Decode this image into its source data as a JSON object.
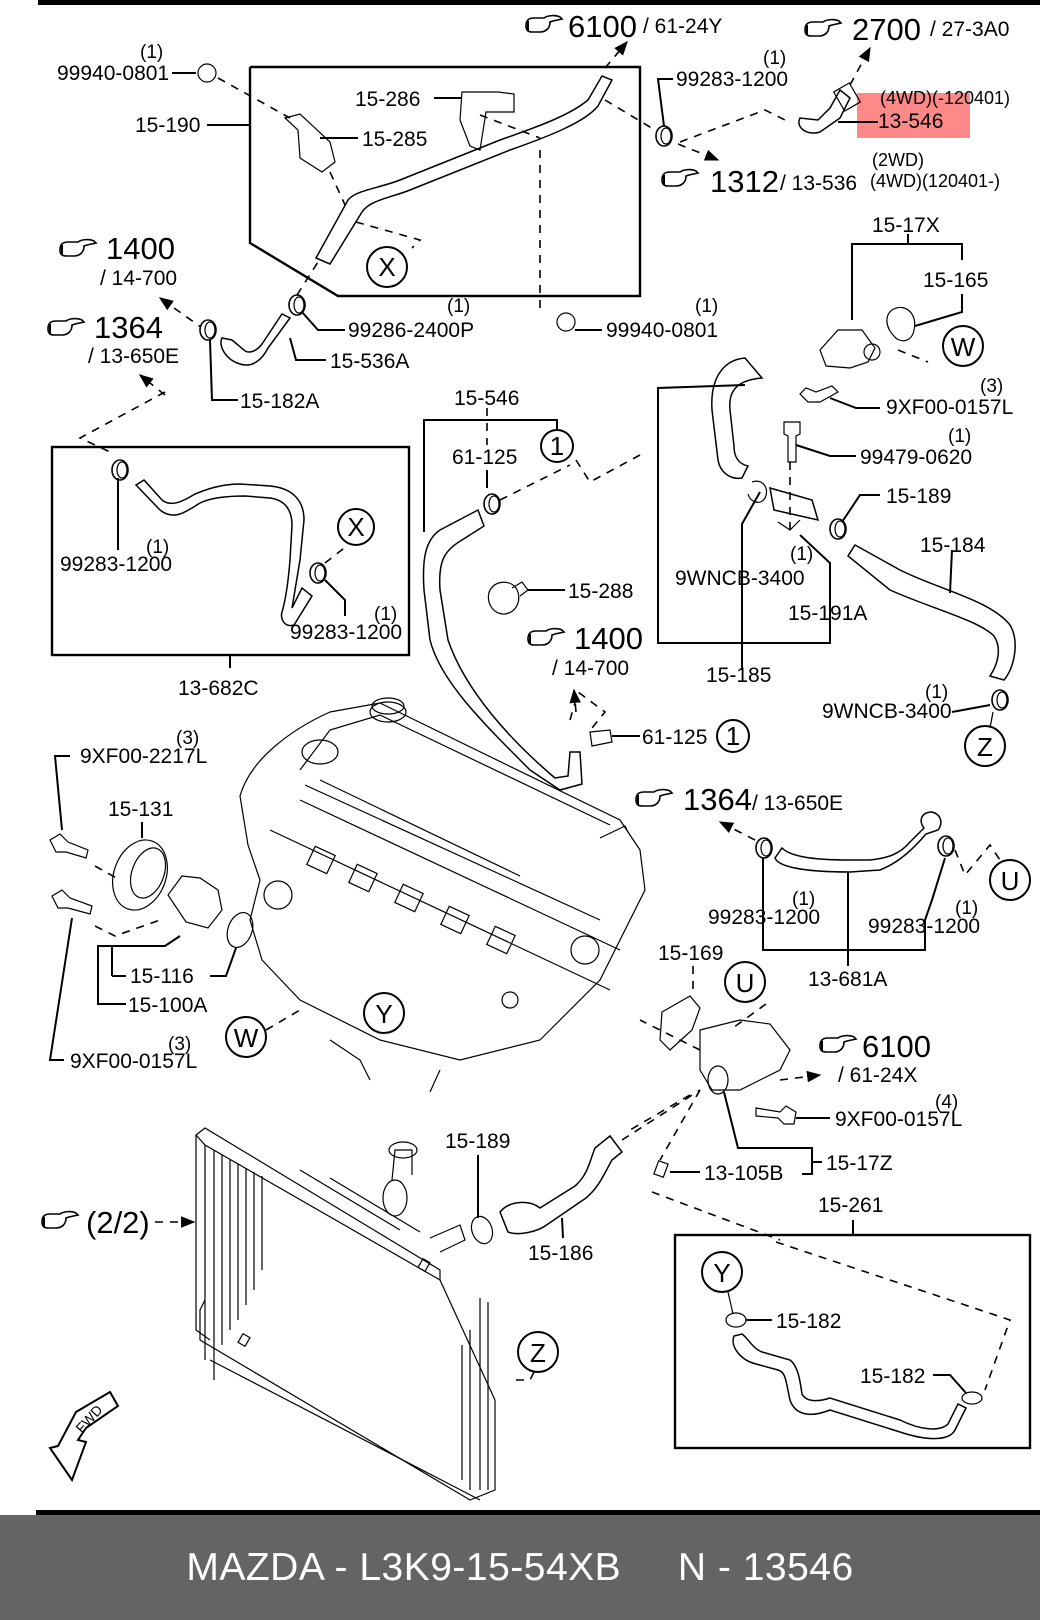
{
  "diagram": {
    "title": "Mazda cooling system parts diagram",
    "highlight_color": "#ff6e6e",
    "footer": {
      "brand": "MAZDA",
      "part_number": "L3K9-15-54XB",
      "ref_label": "N",
      "ref_number": "13546",
      "text": "MAZDA - L3K9-15-54XB     N - 13546"
    },
    "cross_references": [
      {
        "id": "ref-6100-top",
        "page": "6100",
        "sub": "/ 61-24Y"
      },
      {
        "id": "ref-2700",
        "page": "2700",
        "sub": "/ 27-3A0"
      },
      {
        "id": "ref-1312",
        "page": "1312",
        "sub": "/ 13-536",
        "notes": [
          "(2WD)",
          "(4WD)(120401-)"
        ]
      },
      {
        "id": "ref-1400-left",
        "page": "1400",
        "sub": "/ 14-700"
      },
      {
        "id": "ref-1364-left",
        "page": "1364",
        "sub": "/ 13-650E"
      },
      {
        "id": "ref-1400-mid",
        "page": "1400",
        "sub": "/ 14-700"
      },
      {
        "id": "ref-1364-right",
        "page": "1364",
        "sub": "/ 13-650E"
      },
      {
        "id": "ref-6100-bottom",
        "page": "6100",
        "sub": "/ 61-24X"
      },
      {
        "id": "ref-2-2",
        "page": "(2/2)",
        "sub": ""
      }
    ],
    "highlighted_part": {
      "number": "13-546",
      "note": "(4WD)(-120401)"
    },
    "parts": [
      {
        "id": "p-99940-0801-a",
        "number": "99940-0801",
        "qty": "(1)"
      },
      {
        "id": "p-15-190",
        "number": "15-190",
        "qty": ""
      },
      {
        "id": "p-15-286",
        "number": "15-286",
        "qty": ""
      },
      {
        "id": "p-15-285",
        "number": "15-285",
        "qty": ""
      },
      {
        "id": "p-99283-1200-top",
        "number": "99283-1200",
        "qty": "(1)"
      },
      {
        "id": "p-99286-2400p",
        "number": "99286-2400P",
        "qty": "(1)"
      },
      {
        "id": "p-15-536a",
        "number": "15-536A",
        "qty": ""
      },
      {
        "id": "p-99940-0801-b",
        "number": "99940-0801",
        "qty": "(1)"
      },
      {
        "id": "p-15-182a",
        "number": "15-182A",
        "qty": ""
      },
      {
        "id": "p-15-17x",
        "number": "15-17X",
        "qty": ""
      },
      {
        "id": "p-15-165",
        "number": "15-165",
        "qty": ""
      },
      {
        "id": "p-9xf00-0157l-a",
        "number": "9XF00-0157L",
        "qty": "(3)"
      },
      {
        "id": "p-99479-0620",
        "number": "99479-0620",
        "qty": "(1)"
      },
      {
        "id": "p-15-546",
        "number": "15-546",
        "qty": ""
      },
      {
        "id": "p-61-125-a",
        "number": "61-125",
        "qty": ""
      },
      {
        "id": "p-15-189-a",
        "number": "15-189",
        "qty": ""
      },
      {
        "id": "p-15-184",
        "number": "15-184",
        "qty": ""
      },
      {
        "id": "p-99283-1200-l1",
        "number": "99283-1200",
        "qty": "(1)"
      },
      {
        "id": "p-99283-1200-l2",
        "number": "99283-1200",
        "qty": "(1)"
      },
      {
        "id": "p-13-682c",
        "number": "13-682C",
        "qty": ""
      },
      {
        "id": "p-15-288",
        "number": "15-288",
        "qty": ""
      },
      {
        "id": "p-9wncb-3400-a",
        "number": "9WNCB-3400",
        "qty": "(1)"
      },
      {
        "id": "p-15-191a",
        "number": "15-191A",
        "qty": ""
      },
      {
        "id": "p-15-185",
        "number": "15-185",
        "qty": ""
      },
      {
        "id": "p-9wncb-3400-b",
        "number": "9WNCB-3400",
        "qty": "(1)"
      },
      {
        "id": "p-61-125-b",
        "number": "61-125",
        "qty": ""
      },
      {
        "id": "p-9xf00-2217l",
        "number": "9XF00-2217L",
        "qty": "(3)"
      },
      {
        "id": "p-15-131",
        "number": "15-131",
        "qty": ""
      },
      {
        "id": "p-15-116",
        "number": "15-116",
        "qty": ""
      },
      {
        "id": "p-15-100a",
        "number": "15-100A",
        "qty": ""
      },
      {
        "id": "p-9xf00-0157l-b",
        "number": "9XF00-0157L",
        "qty": "(3)"
      },
      {
        "id": "p-99283-1200-r1",
        "number": "99283-1200",
        "qty": "(1)"
      },
      {
        "id": "p-99283-1200-r2",
        "number": "99283-1200",
        "qty": "(1)"
      },
      {
        "id": "p-13-681a",
        "number": "13-681A",
        "qty": ""
      },
      {
        "id": "p-15-169",
        "number": "15-169",
        "qty": ""
      },
      {
        "id": "p-9xf00-0157l-c",
        "number": "9XF00-0157L",
        "qty": "(4)"
      },
      {
        "id": "p-15-17z",
        "number": "15-17Z",
        "qty": ""
      },
      {
        "id": "p-13-105b",
        "number": "13-105B",
        "qty": ""
      },
      {
        "id": "p-15-189-b",
        "number": "15-189",
        "qty": ""
      },
      {
        "id": "p-15-186",
        "number": "15-186",
        "qty": ""
      },
      {
        "id": "p-15-261",
        "number": "15-261",
        "qty": ""
      },
      {
        "id": "p-15-182-a",
        "number": "15-182",
        "qty": ""
      },
      {
        "id": "p-15-182-b",
        "number": "15-182",
        "qty": ""
      }
    ],
    "markers": {
      "x": "X",
      "w": "W",
      "z": "Z",
      "u": "U",
      "y": "Y",
      "one": "1"
    },
    "fwd_label": "FWD"
  }
}
